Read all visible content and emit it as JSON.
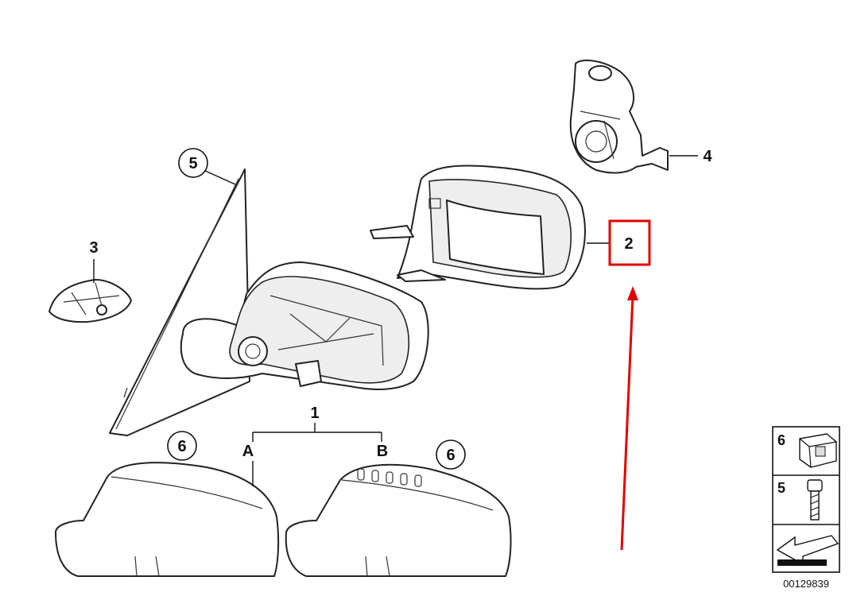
{
  "callouts": {
    "c1": "1",
    "c2": "2",
    "c3": "3",
    "c4": "4",
    "c5": "5",
    "c6a": "6",
    "c6b": "6",
    "variant_a": "A",
    "variant_b": "B"
  },
  "legend": {
    "row1": "6",
    "row2": "5"
  },
  "reference_number": "00129839",
  "highlight_color": "#e00000"
}
